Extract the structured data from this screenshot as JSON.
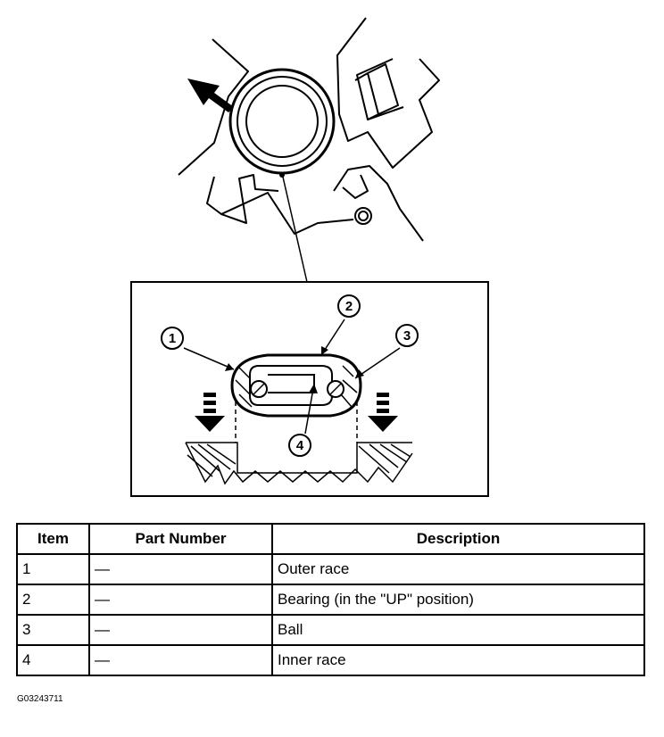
{
  "figure": {
    "callouts": [
      "1",
      "2",
      "3",
      "4"
    ],
    "figure_id": "G03243711"
  },
  "table": {
    "headers": {
      "item": "Item",
      "part_number": "Part Number",
      "description": "Description"
    },
    "rows": [
      {
        "item": "1",
        "part_number": "—",
        "description": "Outer race"
      },
      {
        "item": "2",
        "part_number": "—",
        "description": "Bearing (in the \"UP\" position)"
      },
      {
        "item": "3",
        "part_number": "—",
        "description": "Ball"
      },
      {
        "item": "4",
        "part_number": "—",
        "description": "Inner race"
      }
    ]
  }
}
